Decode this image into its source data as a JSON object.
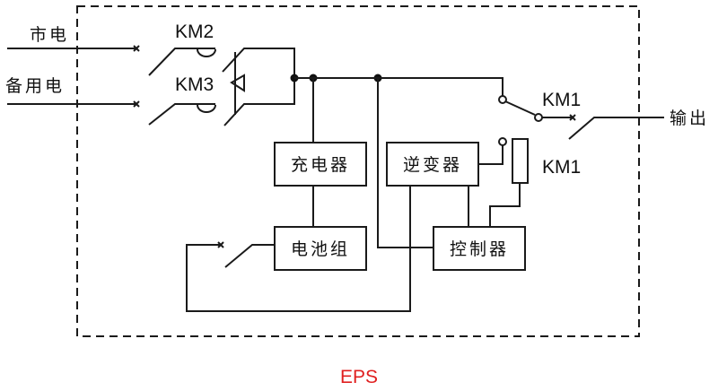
{
  "diagram": {
    "caption": "EPS",
    "caption_color": "#e02020",
    "line_color": "#1a1a1a",
    "inputs": {
      "mains": "市电",
      "backup": "备用电"
    },
    "output": "输出",
    "contactors": {
      "km2": "KM2",
      "km3": "KM3",
      "km1_switch": "KM1",
      "km1_coil": "KM1"
    },
    "blocks": {
      "charger": "充电器",
      "inverter": "逆变器",
      "battery": "电池组",
      "controller": "控制器"
    }
  }
}
